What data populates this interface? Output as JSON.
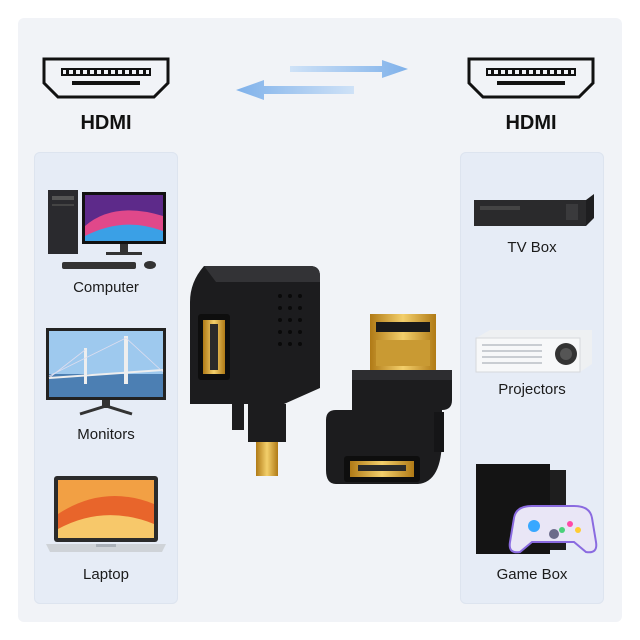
{
  "left": {
    "connector_label": "HDMI",
    "devices": [
      {
        "label": "Computer",
        "icon": "desktop-computer-icon"
      },
      {
        "label": "Monitors",
        "icon": "monitor-icon"
      },
      {
        "label": "Laptop",
        "icon": "laptop-icon"
      }
    ]
  },
  "right": {
    "connector_label": "HDMI",
    "devices": [
      {
        "label": "TV Box",
        "icon": "tv-box-icon"
      },
      {
        "label": "Projectors",
        "icon": "projector-icon"
      },
      {
        "label": "Game Box",
        "icon": "game-console-icon"
      }
    ]
  },
  "colors": {
    "panel": "#e6ecf6",
    "arrow": "#8db8ea",
    "adapter_body": "#1c1c1e",
    "gold": "#d9a12c"
  }
}
